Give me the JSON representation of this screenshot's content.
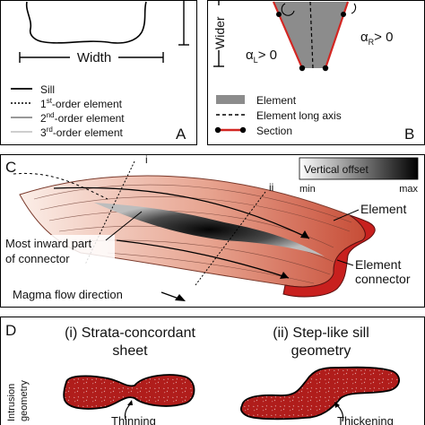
{
  "panel_a": {
    "width_label": "Width",
    "legend": [
      "Sill",
      "1",
      "st",
      "-order element",
      "2",
      "nd",
      "-order element",
      "3",
      "rd",
      "-order element"
    ],
    "panel_letter": "A"
  },
  "panel_b": {
    "wider_label": "Wider",
    "alpha_symbol": "α",
    "left_sub": "L",
    "right_sub": "R",
    "angle_condition": "> 0",
    "legend": [
      "Element",
      "Element long axis",
      "Section"
    ],
    "panel_letter": "B"
  },
  "panel_c": {
    "panel_letter": "C",
    "section_i": "i",
    "section_ii": "ii",
    "colorbar_title": "Vertical offset",
    "colorbar_min": "min",
    "colorbar_max": "max",
    "label_element": "Element",
    "label_connector_line1": "Element",
    "label_connector_line2": "connector",
    "label_inward_line1": "Most inward part",
    "label_inward_line2": "of connector",
    "label_flow": "Magma flow direction"
  },
  "panel_d": {
    "panel_letter": "D",
    "col1_title_line1": "(i) Strata-concordant",
    "col1_title_line2": "sheet",
    "col2_title_line1": "(ii) Step-like sill",
    "col2_title_line2": "geometry",
    "row_label_line1": "Intrusion",
    "row_label_line2": "geometry",
    "col1_note": "Thinning",
    "col2_note": "Thickening"
  },
  "colors": {
    "element_red": "#c8201e",
    "element_fill_light": "#f6d8cc",
    "connector_dark": "#111111",
    "element_grey": "#888888"
  }
}
